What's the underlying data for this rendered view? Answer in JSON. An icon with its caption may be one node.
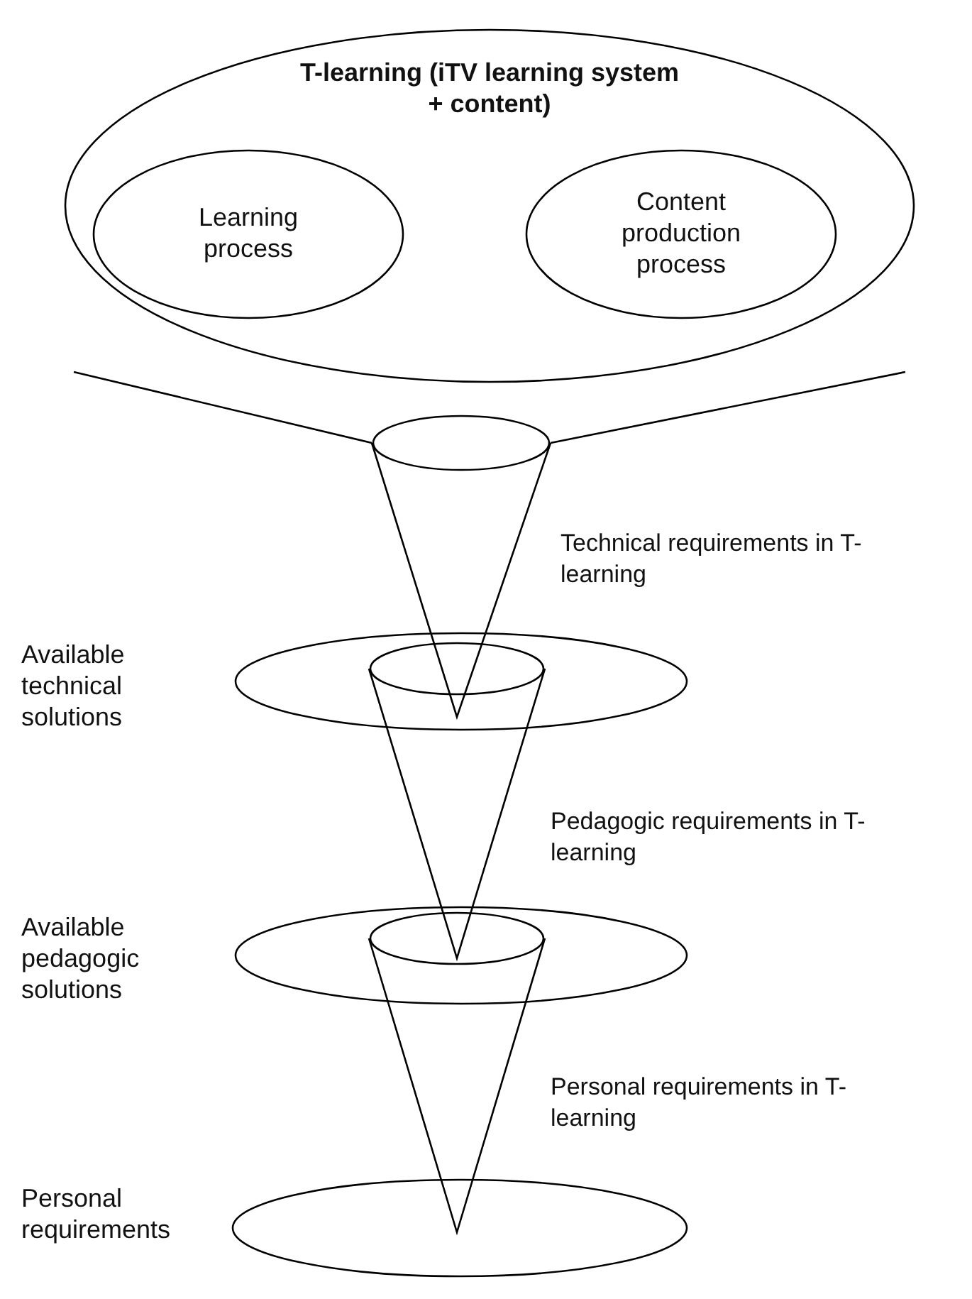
{
  "diagram": {
    "nodes": [
      {
        "text": [
          "T-learning (iTV learning system + content)"
        ]
      },
      {
        "text": [
          "Learning process"
        ],
        "in": 0
      },
      {
        "text": [
          "Content production process"
        ],
        "in": 0
      },
      {
        "text": [],
        "shape": "ellipse"
      },
      {
        "text": [
          "Available technical solutions"
        ]
      },
      {
        "text": [],
        "shape": "ellipse",
        "in": 4
      },
      {
        "text": [
          "Available pedagogic solutions"
        ]
      },
      {
        "text": [],
        "shape": "ellipse",
        "in": 6
      },
      {
        "text": [
          "Personal requirements"
        ]
      }
    ],
    "labels": [
      "Technical requirements in T-learning",
      "Pedagogic requirements in T-learning",
      "Personal requirements in T-learning"
    ]
  }
}
